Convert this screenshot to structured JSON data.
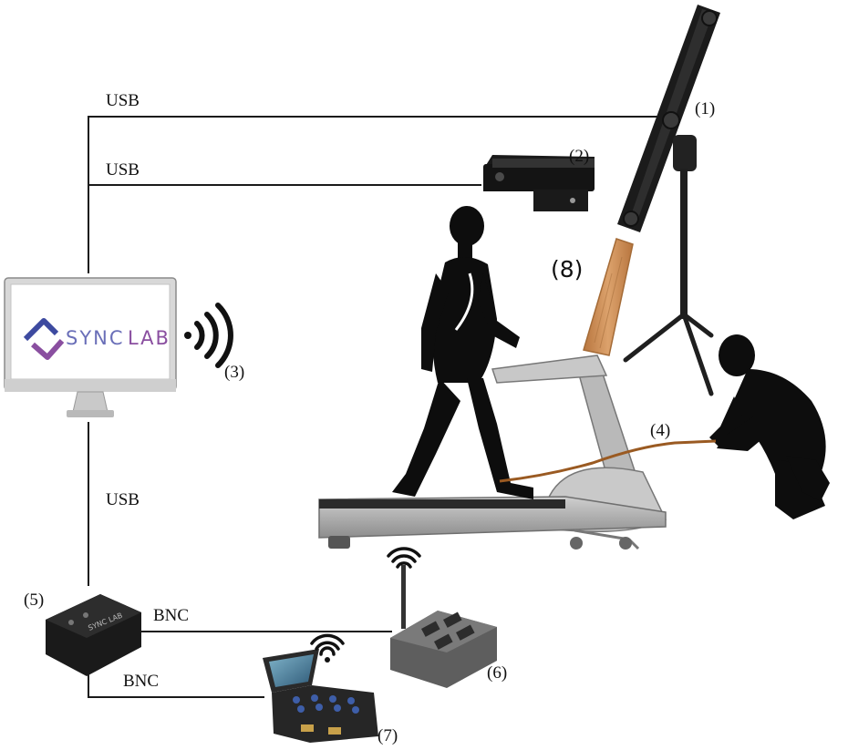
{
  "connections": {
    "usb_top": "USB",
    "usb_kinect": "USB",
    "usb_sync": "USB",
    "bnc_receiver": "BNC",
    "bnc_case": "BNC"
  },
  "labels": {
    "n1": "(1)",
    "n2": "(2)",
    "n3": "(3)",
    "n4": "(4)",
    "n5": "(5)",
    "n6": "(6)",
    "n7": "(7)",
    "n8": "(8)"
  },
  "monitor": {
    "logo_part1": "SYNC",
    "logo_part2": "LAB"
  },
  "syncbox": {
    "brand": "SYNC LAB"
  },
  "colors": {
    "line": "#1a1a1a",
    "silhouette": "#0d0d0d",
    "wood": "#c98a55",
    "cable": "#9a5a22",
    "logo_blue": "#3d4aa0",
    "logo_purple": "#8a4fa0"
  }
}
